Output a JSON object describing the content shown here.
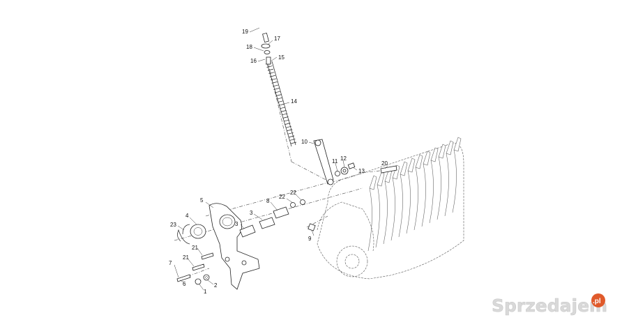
{
  "callouts": [
    {
      "id": "1",
      "text": "1"
    },
    {
      "id": "2",
      "text": "2"
    },
    {
      "id": "3a",
      "text": "3"
    },
    {
      "id": "3b",
      "text": "3"
    },
    {
      "id": "4",
      "text": "4"
    },
    {
      "id": "5",
      "text": "5"
    },
    {
      "id": "6",
      "text": "6"
    },
    {
      "id": "7",
      "text": "7"
    },
    {
      "id": "8",
      "text": "8"
    },
    {
      "id": "9",
      "text": "9"
    },
    {
      "id": "10",
      "text": "10"
    },
    {
      "id": "11",
      "text": "11"
    },
    {
      "id": "12",
      "text": "12"
    },
    {
      "id": "13",
      "text": "13"
    },
    {
      "id": "14",
      "text": "14"
    },
    {
      "id": "15",
      "text": "15"
    },
    {
      "id": "16",
      "text": "16"
    },
    {
      "id": "17",
      "text": "17"
    },
    {
      "id": "18",
      "text": "18"
    },
    {
      "id": "19",
      "text": "19"
    },
    {
      "id": "20",
      "text": "20"
    },
    {
      "id": "21a",
      "text": "21"
    },
    {
      "id": "21b",
      "text": "21"
    },
    {
      "id": "22a",
      "text": "22"
    },
    {
      "id": "22b",
      "text": "22"
    },
    {
      "id": "23",
      "text": "23"
    }
  ],
  "watermark": {
    "text": "Sprzedajemy",
    "badge": ".pl",
    "badge_color": "#e05a2b"
  }
}
